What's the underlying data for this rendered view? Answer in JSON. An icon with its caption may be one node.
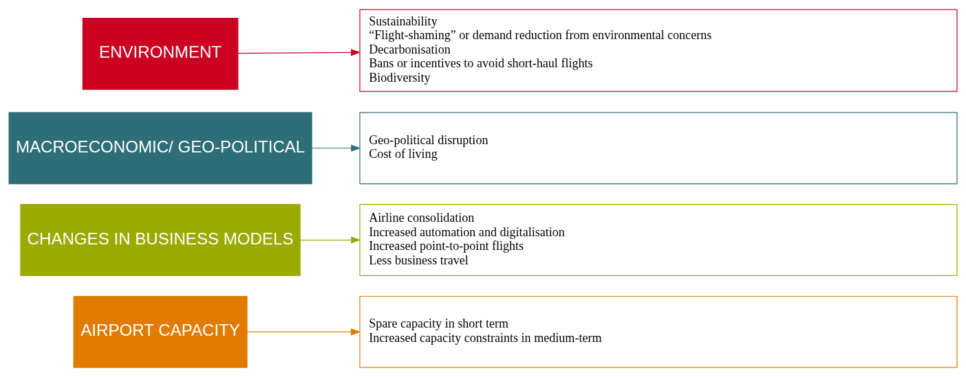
{
  "diagram": {
    "nodes": [
      {
        "text": [
          "ENVIRONMENT"
        ]
      },
      {
        "text": [
          "Sustainability",
          "“Flight-shaming” or demand reduction from environmental concerns",
          "Decarbonisation",
          "Bans or incentives to avoid short-haul flights",
          "Biodiversity"
        ]
      },
      {
        "text": [
          "MACROECONOMIC/ GEO-POLITICAL"
        ]
      },
      {
        "text": [
          "Geo-political disruption",
          "Cost of living"
        ]
      },
      {
        "text": [
          "CHANGES IN BUSINESS MODELS"
        ]
      },
      {
        "text": [
          "Airline consolidation",
          "Increased automation and digitalisation",
          "Increased point-to-point flights",
          "Less business travel"
        ]
      },
      {
        "text": [
          "AIRPORT CAPACITY"
        ]
      },
      {
        "text": [
          "Spare capacity in short term",
          "Increased capacity constraints in medium-term"
        ]
      }
    ],
    "edges": [
      {
        "from": 0,
        "to": 1,
        "arrow": "to",
        "color": "#cc0020"
      },
      {
        "from": 2,
        "to": 3,
        "arrow": "to",
        "color": "#2e6e78"
      },
      {
        "from": 4,
        "to": 5,
        "arrow": "to",
        "color": "#9aaa00"
      },
      {
        "from": 6,
        "to": 7,
        "arrow": "to",
        "color": "#e07b00"
      }
    ]
  }
}
